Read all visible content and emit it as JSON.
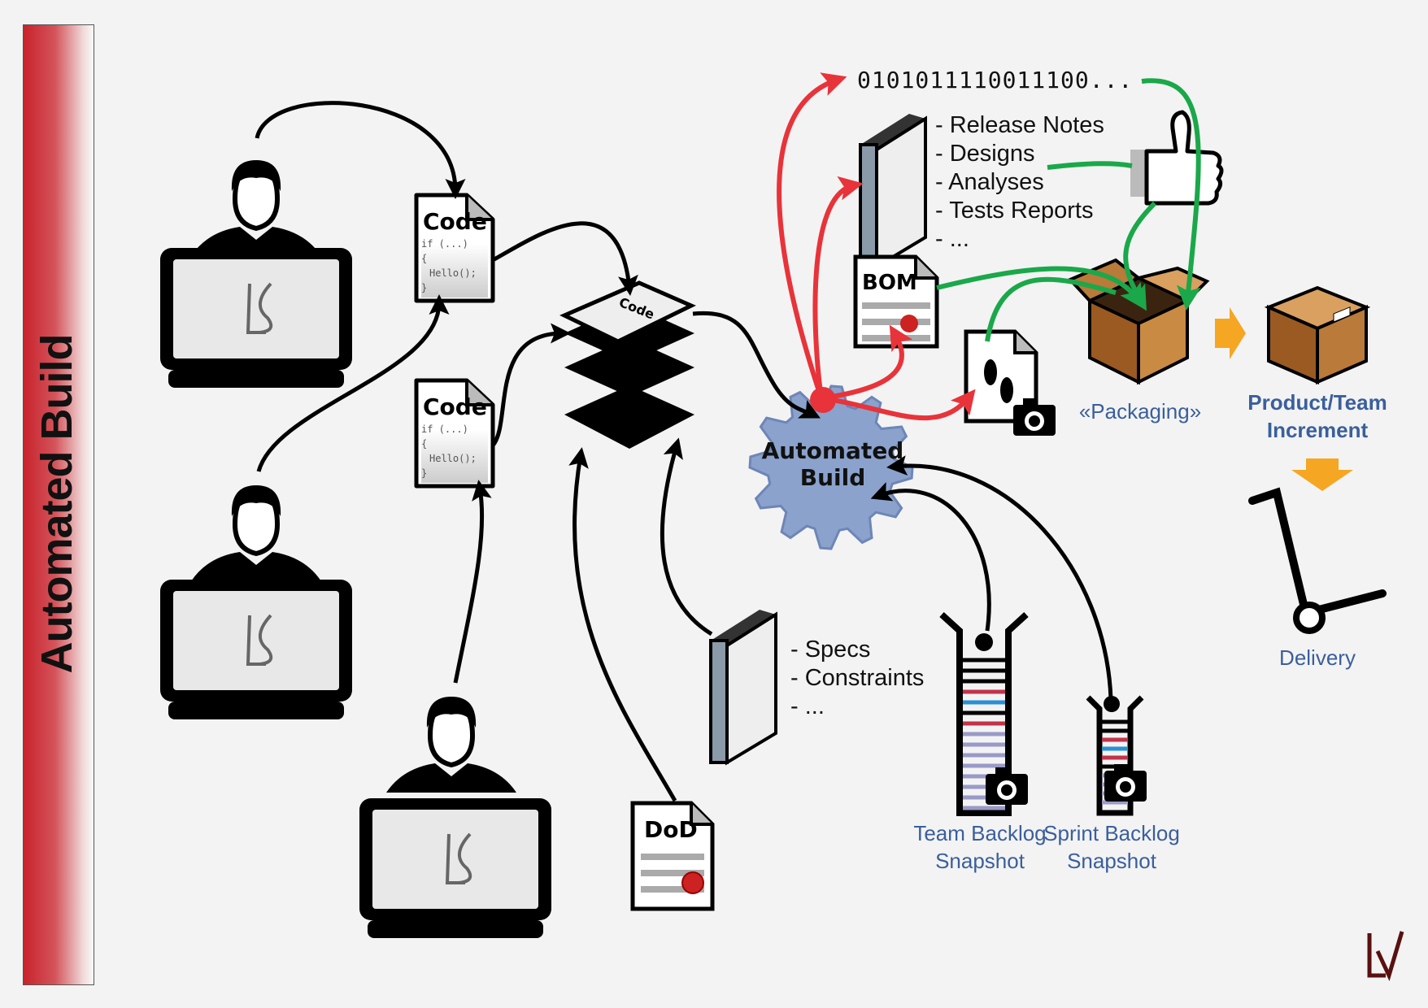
{
  "title": "Automated Build",
  "binary": "0101011110011100...",
  "artifacts_list": [
    "- Release Notes",
    "- Designs",
    "- Analyses",
    "- Tests Reports",
    "- ..."
  ],
  "inputs_list": [
    "- Specs",
    "- Constraints",
    "- ..."
  ],
  "doc_labels": {
    "code": "Code",
    "code_line1": "if (...)",
    "code_line2": "{",
    "code_line3": "Hello();",
    "code_line4": "}",
    "bom": "BOM",
    "dod": "DoD"
  },
  "gear": {
    "line1": "Automated",
    "line2": "Build"
  },
  "packaging": "«Packaging»",
  "increment": {
    "line1": "Product/Team",
    "line2": "Increment"
  },
  "delivery": "Delivery",
  "team_backlog": {
    "line1": "Team Backlog",
    "line2": "Snapshot"
  },
  "sprint_backlog": {
    "line1": "Sprint Backlog",
    "line2": "Snapshot"
  },
  "colors": {
    "red_arrow": "#e8333a",
    "green_arrow": "#1aa84a",
    "gear": "#8aa2cc",
    "box": "#b5692a",
    "orange_arrow": "#f5a623",
    "label_blue": "#3a5f9c"
  }
}
